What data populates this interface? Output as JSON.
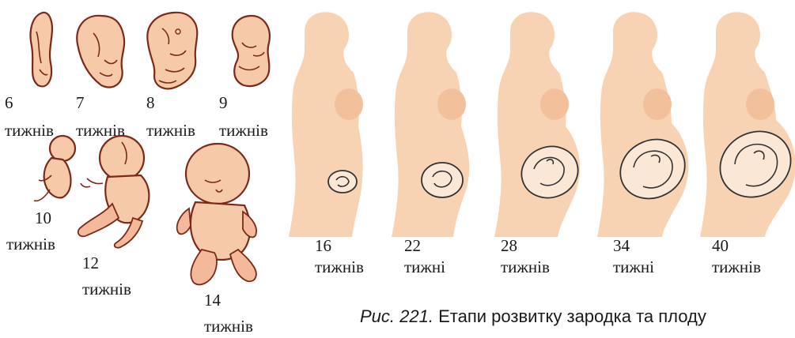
{
  "embryo_stages": [
    {
      "weeks": "6",
      "unit": "тижнів"
    },
    {
      "weeks": "7",
      "unit": "тижнів"
    },
    {
      "weeks": "8",
      "unit": "тижнів"
    },
    {
      "weeks": "9",
      "unit": "тижнів"
    },
    {
      "weeks": "10",
      "unit": "тижнів"
    },
    {
      "weeks": "12",
      "unit": "тижнів"
    },
    {
      "weeks": "14",
      "unit": "тижнів"
    }
  ],
  "pregnancy_stages": [
    {
      "weeks": "16",
      "unit": "тижнів"
    },
    {
      "weeks": "22",
      "unit": "тижні"
    },
    {
      "weeks": "28",
      "unit": "тижнів"
    },
    {
      "weeks": "34",
      "unit": "тижні"
    },
    {
      "weeks": "40",
      "unit": "тижнів"
    }
  ],
  "caption": {
    "prefix": "Рис. 221.",
    "text": "Етапи розвитку зародка та плоду"
  },
  "colors": {
    "skin": "#f6c9a8",
    "body": "#f7d3b4",
    "outline": "#7a2a1a"
  }
}
